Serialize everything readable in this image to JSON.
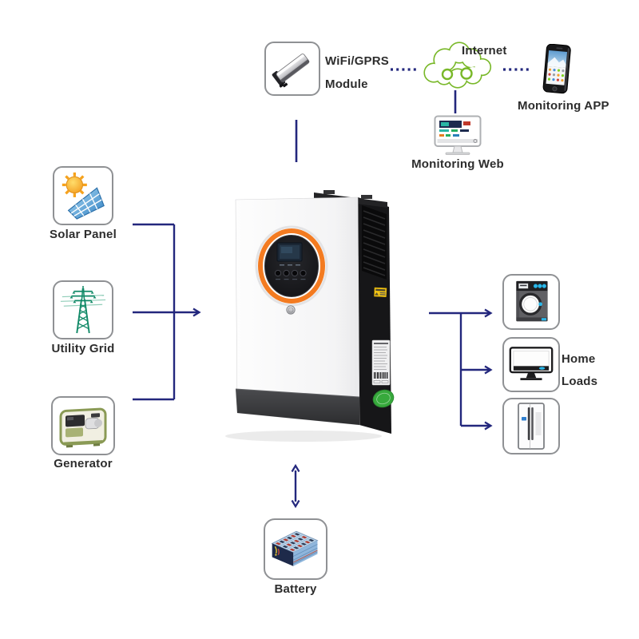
{
  "diagram": {
    "top": {
      "wifi_module": {
        "label_lines": [
          "WiFi/GPRS",
          "Module"
        ],
        "icon": "wifi-gprs-dongle-icon"
      },
      "internet": {
        "label": "Internet",
        "icon": "internet-cloud-icon"
      },
      "monitoring_app": {
        "label": "Monitoring APP",
        "icon": "smartphone-icon"
      },
      "monitoring_web": {
        "label": "Monitoring Web",
        "icon": "desktop-monitor-icon"
      }
    },
    "left": {
      "solar_panel": {
        "label": "Solar Panel",
        "icon": "solar-panel-icon"
      },
      "utility_grid": {
        "label": "Utility Grid",
        "icon": "utility-grid-icon"
      },
      "generator": {
        "label": "Generator",
        "icon": "generator-icon"
      }
    },
    "right": {
      "home_loads_label_lines": [
        "Home",
        "Loads"
      ],
      "appliances": [
        {
          "icon": "washing-machine-icon"
        },
        {
          "icon": "tv-icon"
        },
        {
          "icon": "refrigerator-icon"
        }
      ]
    },
    "bottom": {
      "battery": {
        "label": "Battery",
        "icon": "battery-icon"
      }
    },
    "center": {
      "inverter": {
        "icon": "hybrid-solar-inverter-image"
      }
    },
    "colors": {
      "connector": "#23277d",
      "box_border": "#8f9194",
      "label_text": "#2d2d2d",
      "cloud_green": "#79b829",
      "inverter_ring_orange": "#f37b21",
      "cyan_accent": "#2bb7e9"
    }
  }
}
